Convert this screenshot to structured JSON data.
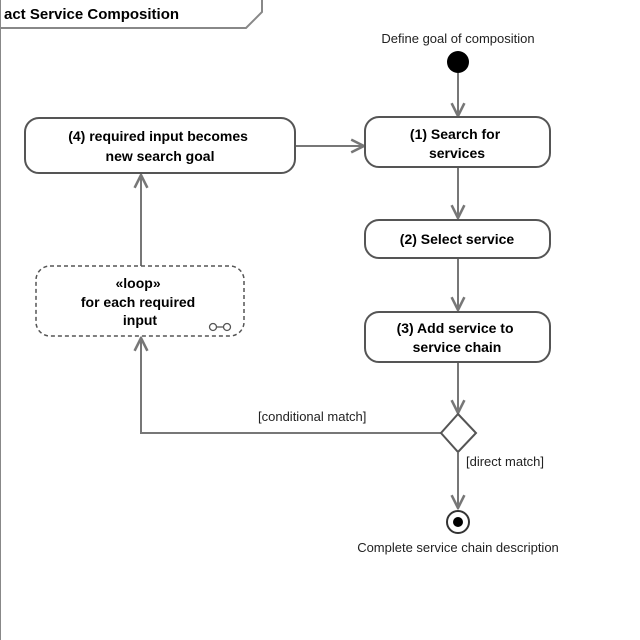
{
  "frame": {
    "title": "act Service Composition"
  },
  "initial": {
    "label": "Define goal of composition"
  },
  "actions": {
    "search": {
      "lines": [
        "(1) Search for",
        "services"
      ]
    },
    "select": {
      "lines": [
        "(2) Select service"
      ]
    },
    "add": {
      "lines": [
        "(3) Add service to",
        "service chain"
      ]
    },
    "required": {
      "lines": [
        "(4) required input becomes",
        "new search goal"
      ]
    }
  },
  "loop": {
    "lines": [
      "«loop»",
      "for each required",
      "input"
    ]
  },
  "guards": {
    "conditional": "[conditional match]",
    "direct": "[direct match]"
  },
  "final": {
    "label": "Complete service chain description"
  }
}
